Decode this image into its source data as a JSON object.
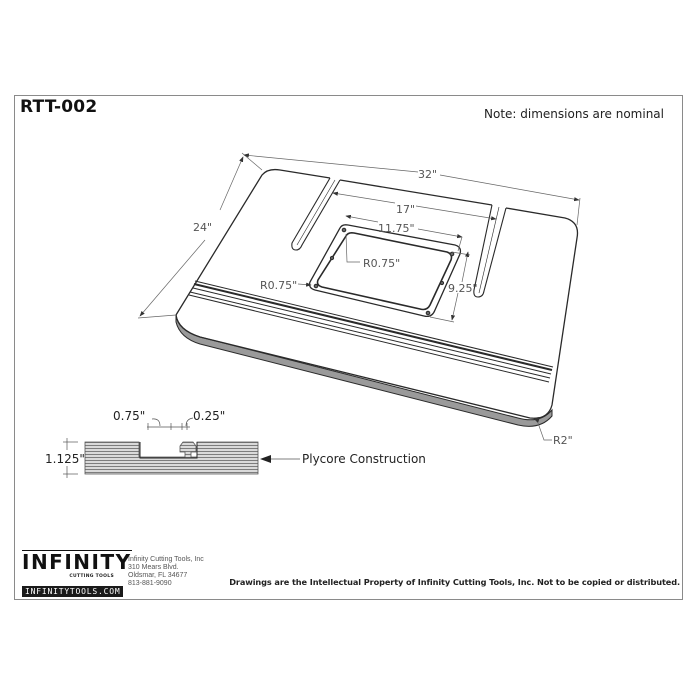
{
  "header": {
    "part_number": "RTT-002",
    "note": "Note: dimensions are nominal"
  },
  "drawing": {
    "dimensions": {
      "length": "32\"",
      "width": "24\"",
      "slot_spacing": "17\"",
      "insert_width": "11.75\"",
      "insert_depth": "9.25\"",
      "insert_radius_inner": "R0.75\"",
      "insert_radius_outer": "R0.75\"",
      "corner_radius": "R2\""
    },
    "section": {
      "thickness": "1.125\"",
      "track_width": "0.75\"",
      "track_lip": "0.25\"",
      "callout": "Plycore Construction"
    }
  },
  "footer": {
    "logo": {
      "brand": "INFINITY",
      "tagline": "CUTTING TOOLS",
      "url": "INFINITYTOOLS.COM"
    },
    "address": {
      "company": "Infinity Cutting Tools, Inc",
      "street": "310 Mears Blvd.",
      "city": "Oldsmar, FL  34677",
      "phone": "813-881-9090"
    },
    "copyright": "Drawings are the Intellectual Property of Infinity Cutting Tools, Inc. Not to be copied or distributed."
  },
  "colors": {
    "line": "#2a2a2a",
    "dim_line": "#666666",
    "edge_fill": "#9a9a9a",
    "frame": "#8a8a8a"
  }
}
